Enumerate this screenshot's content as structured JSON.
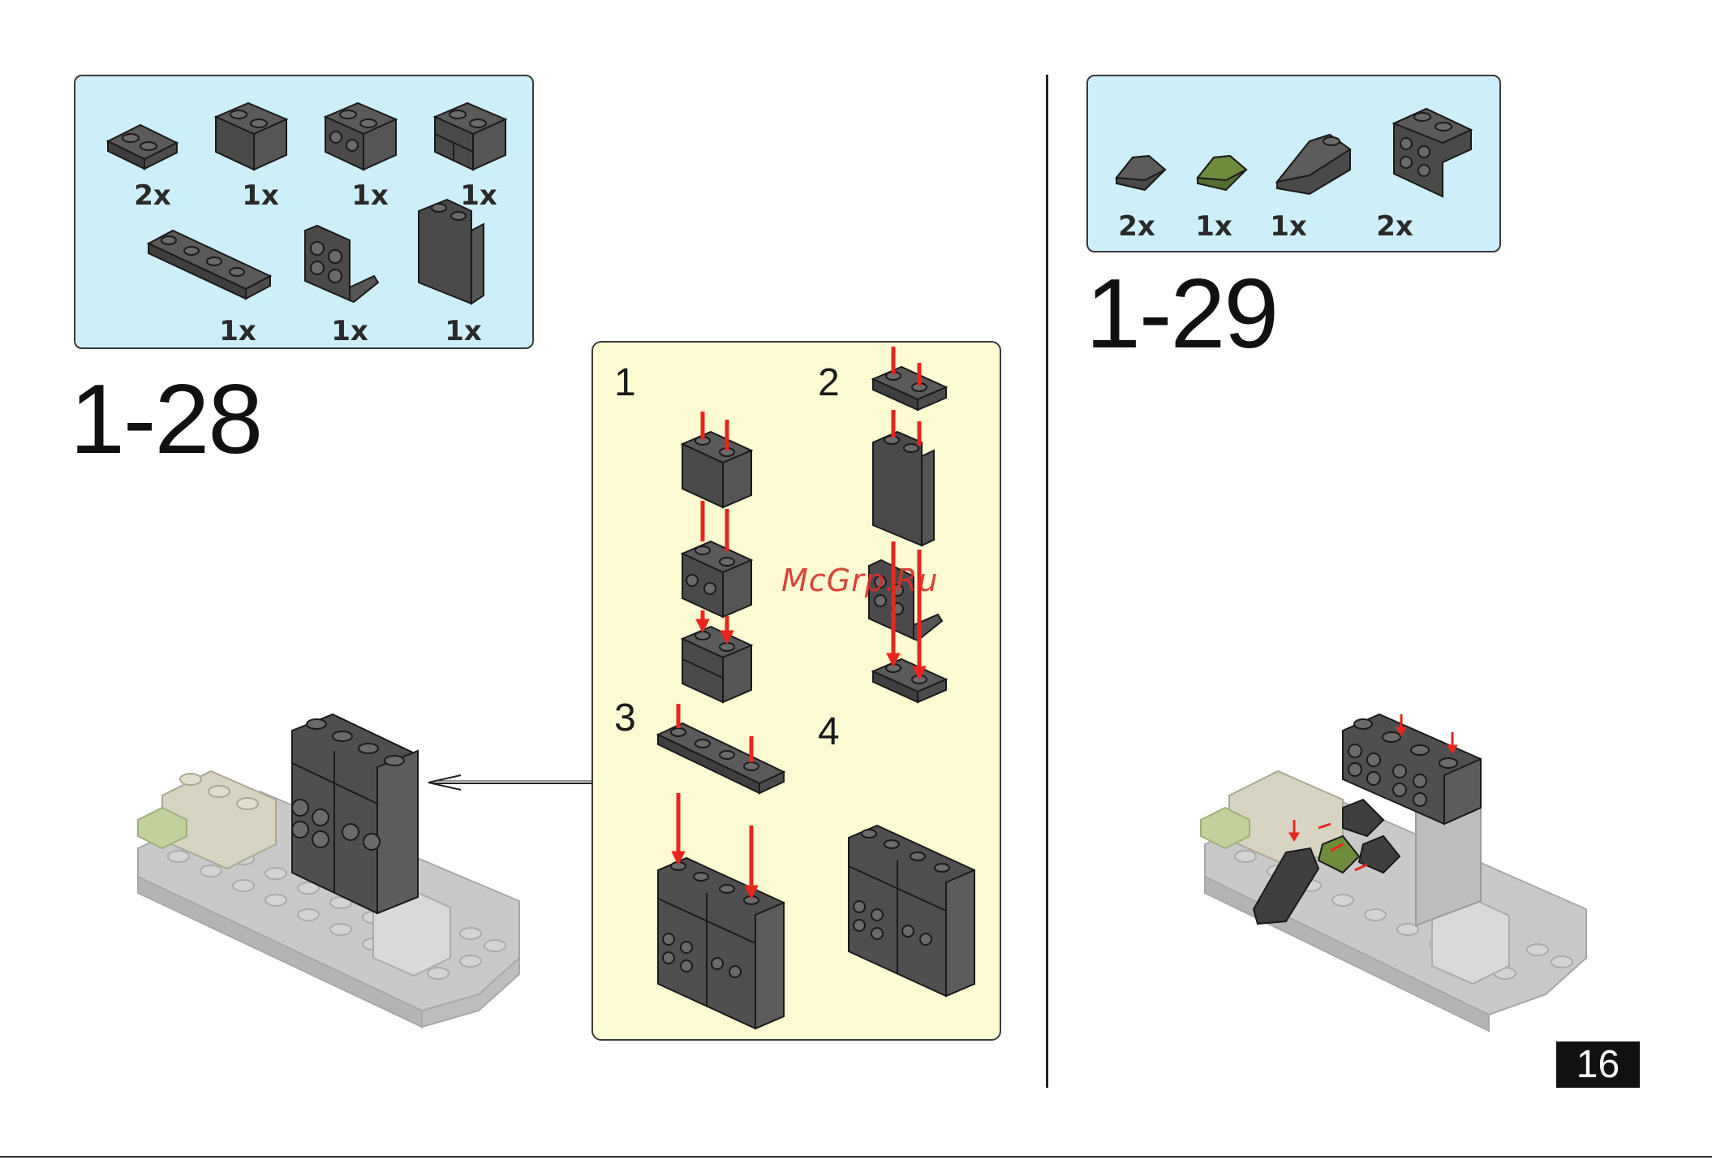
{
  "colors": {
    "parts_bg": "#cdeffa",
    "sub_bg": "#fdfbd2",
    "brick_dark": "#4c4c4c",
    "brick_light": "#c9c9c9",
    "arrow_red": "#e8261e",
    "green_slope": "#6f8c3c"
  },
  "step_28": {
    "title": "1-28",
    "parts": [
      {
        "icon": "plate-1x2-icon",
        "qty": "2x"
      },
      {
        "icon": "brick-1x2-icon",
        "qty": "1x"
      },
      {
        "icon": "brick-1x2-studs-side-icon",
        "qty": "1x"
      },
      {
        "icon": "brick-1x2-grille-icon",
        "qty": "1x"
      },
      {
        "icon": "plate-1x4-icon",
        "qty": "1x"
      },
      {
        "icon": "bracket-icon",
        "qty": "1x"
      },
      {
        "icon": "panel-icon",
        "qty": "1x"
      }
    ],
    "substeps": [
      "1",
      "2",
      "3",
      "4"
    ]
  },
  "step_29": {
    "title": "1-29",
    "parts": [
      {
        "icon": "slope-small-dark-icon",
        "qty": "2x"
      },
      {
        "icon": "slope-small-green-icon",
        "qty": "1x"
      },
      {
        "icon": "slope-large-icon",
        "qty": "1x"
      },
      {
        "icon": "bracket-icon",
        "qty": "2x"
      }
    ]
  },
  "watermark": "McGrp.Ru",
  "page_number": "16"
}
